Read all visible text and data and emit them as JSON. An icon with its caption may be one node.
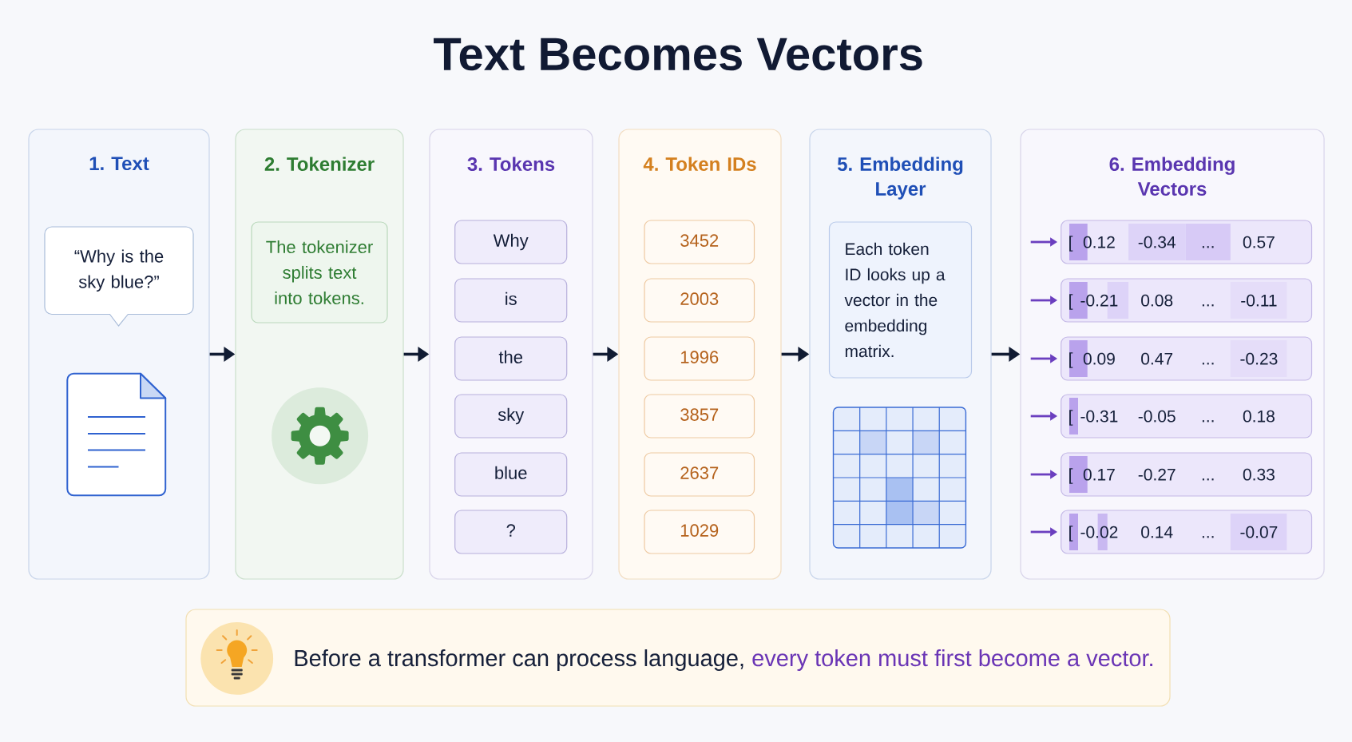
{
  "diagram": {
    "title": "Text Becomes Vectors",
    "nodes": [
      {
        "text": [
          "1. Text"
        ]
      },
      {
        "text": [
          "“Why is the sky blue?”"
        ],
        "in": 0
      },
      {
        "text": [
          "2. Tokenizer"
        ]
      },
      {
        "text": [
          "The tokenizer splits text into tokens."
        ],
        "in": 2
      },
      {
        "text": [
          "3. Tokens"
        ]
      },
      {
        "text": [
          "Why"
        ],
        "in": 4
      },
      {
        "text": [
          "is"
        ],
        "in": 4
      },
      {
        "text": [
          "the"
        ],
        "in": 4
      },
      {
        "text": [
          "sky"
        ],
        "in": 4
      },
      {
        "text": [
          "blue"
        ],
        "in": 4
      },
      {
        "text": [
          "?"
        ],
        "in": 4
      },
      {
        "text": [
          "4. Token IDs"
        ]
      },
      {
        "text": [
          "3452"
        ],
        "in": 11
      },
      {
        "text": [
          "2003"
        ],
        "in": 11
      },
      {
        "text": [
          "1996"
        ],
        "in": 11
      },
      {
        "text": [
          "3857"
        ],
        "in": 11
      },
      {
        "text": [
          "2637"
        ],
        "in": 11
      },
      {
        "text": [
          "1029"
        ],
        "in": 11
      },
      {
        "text": [
          "5. Embedding Layer"
        ]
      },
      {
        "text": [
          "Each token ID looks up a vector in the embedding matrix."
        ],
        "in": 18
      },
      {
        "text": [
          "6. Embedding Vectors"
        ]
      },
      {
        "text": [
          "[",
          "0.12",
          "-0.34",
          "...",
          "0.57"
        ],
        "in": 20
      },
      {
        "text": [
          "[",
          "-0.21",
          "0.08",
          "...",
          "-0.11"
        ],
        "in": 20
      },
      {
        "text": [
          "[",
          "0.09",
          "0.47",
          "...",
          "-0.23"
        ],
        "in": 20
      },
      {
        "text": [
          "[",
          "-0.31",
          "-0.05",
          "...",
          "0.18"
        ],
        "in": 20
      },
      {
        "text": [
          "[",
          "0.17",
          "-0.27",
          "...",
          "0.33"
        ],
        "in": 20
      },
      {
        "text": [
          "[",
          "-0.02",
          "0.14",
          "...",
          "-0.07"
        ],
        "in": 20
      },
      {
        "text": [
          "Before a transformer can process language,",
          "every token must first become a vector."
        ]
      }
    ],
    "edges": [
      {
        "from": 0,
        "to": 2,
        "arrow": "to",
        "color": "#111c33"
      },
      {
        "from": 2,
        "to": 4,
        "arrow": "to",
        "color": "#111c33"
      },
      {
        "from": 4,
        "to": 11,
        "arrow": "to",
        "color": "#111c33"
      },
      {
        "from": 11,
        "to": 18,
        "arrow": "to",
        "color": "#111c33"
      },
      {
        "from": 18,
        "to": 20,
        "arrow": "to",
        "color": "#111c33"
      },
      {
        "from": null,
        "to": 21,
        "arrow": "to",
        "color": "#6b3fbf"
      },
      {
        "from": null,
        "to": 22,
        "arrow": "to",
        "color": "#6b3fbf"
      },
      {
        "from": null,
        "to": 23,
        "arrow": "to",
        "color": "#6b3fbf"
      },
      {
        "from": null,
        "to": 24,
        "arrow": "to",
        "color": "#6b3fbf"
      },
      {
        "from": null,
        "to": 25,
        "arrow": "to",
        "color": "#6b3fbf"
      },
      {
        "from": null,
        "to": 26,
        "arrow": "to",
        "color": "#6b3fbf"
      }
    ]
  }
}
